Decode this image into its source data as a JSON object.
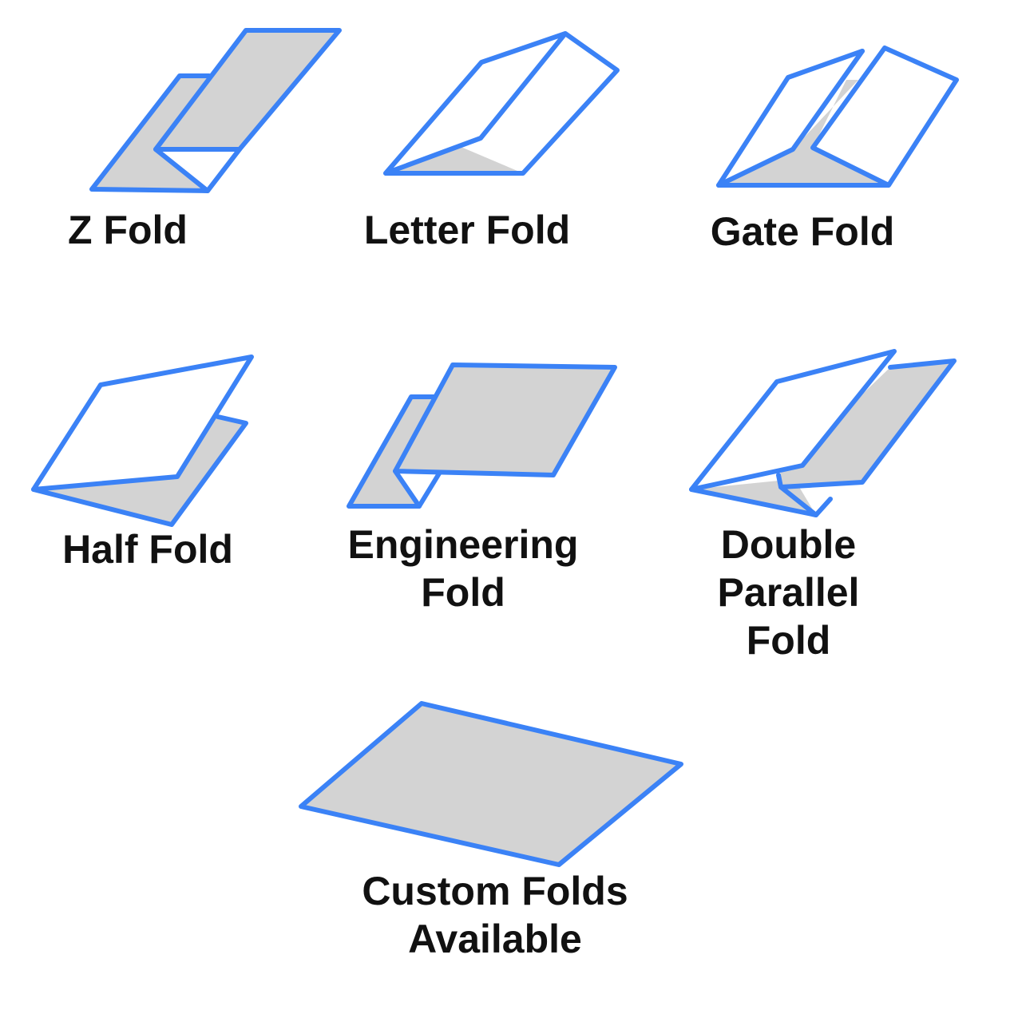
{
  "colors": {
    "outline": "#3b82f6",
    "panel_fill": "#d3d3d3",
    "panel_white": "#ffffff",
    "text": "#111111",
    "background": "#ffffff"
  },
  "folds": [
    {
      "id": "z-fold",
      "lines": [
        "Z Fold"
      ]
    },
    {
      "id": "letter-fold",
      "lines": [
        "Letter Fold"
      ]
    },
    {
      "id": "gate-fold",
      "lines": [
        "Gate Fold"
      ]
    },
    {
      "id": "half-fold",
      "lines": [
        "Half Fold"
      ]
    },
    {
      "id": "engineering-fold",
      "lines": [
        "Engineering",
        "Fold"
      ]
    },
    {
      "id": "double-parallel-fold",
      "lines": [
        "Double",
        "Parallel",
        "Fold"
      ]
    },
    {
      "id": "custom-folds",
      "lines": [
        "Custom Folds",
        "Available"
      ]
    }
  ]
}
